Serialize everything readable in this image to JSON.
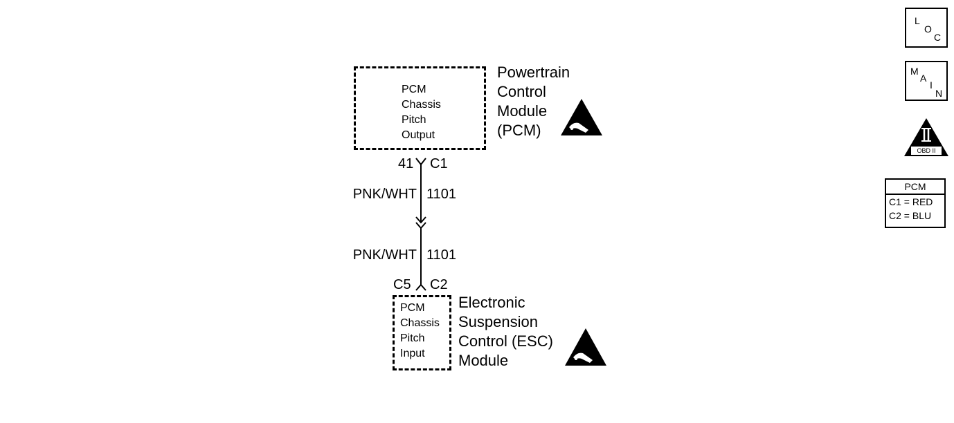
{
  "pcm": {
    "name_lines": [
      "Powertrain",
      "Control",
      "Module",
      "(PCM)"
    ],
    "function_lines": [
      "PCM",
      "Chassis",
      "Pitch",
      "Output"
    ],
    "pin": "41",
    "connector": "C1"
  },
  "wire_top": {
    "color": "PNK/WHT",
    "circuit": "1101"
  },
  "wire_bottom": {
    "color": "PNK/WHT",
    "circuit": "1101"
  },
  "esc": {
    "name_lines": [
      "Electronic",
      "Suspension",
      "Control (ESC)",
      "Module"
    ],
    "function_lines": [
      "PCM",
      "Chassis",
      "Pitch",
      "Input"
    ],
    "pin": "C5",
    "connector": "C2"
  },
  "icons": {
    "loc": {
      "letters": [
        "L",
        "O",
        "C"
      ]
    },
    "main": {
      "letters": [
        "M",
        "A",
        "I",
        "N"
      ]
    },
    "obd": {
      "numeral": "II",
      "label": "OBD II"
    },
    "esd_icon_name": "esd-warning-icon"
  },
  "legend": {
    "title": "PCM",
    "rows": [
      "C1 = RED",
      "C2 = BLU"
    ]
  }
}
